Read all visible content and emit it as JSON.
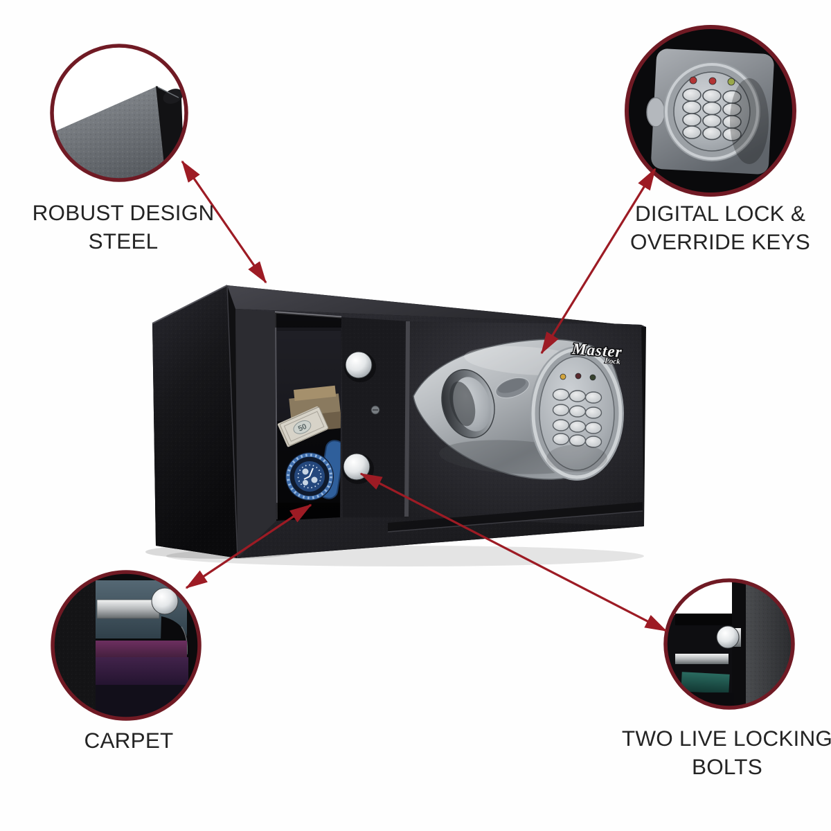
{
  "background": "#fefefe",
  "palette": {
    "arrow": "#9d1b24",
    "ring": "#701a24",
    "label_text": "#242424",
    "safe_front": "#232327",
    "safe_side": "#151518",
    "keypad_silver": "#c3c7cb",
    "carpet_purple": "#5e2553",
    "carpet_teal": "#1c4f49",
    "watch_blue": "#2f5f9b"
  },
  "callouts": {
    "robust": {
      "lines": [
        "ROBUST DESIGN",
        "STEEL"
      ]
    },
    "digital": {
      "lines": [
        "DIGITAL LOCK &",
        "OVERRIDE KEYS"
      ]
    },
    "carpet": {
      "lines": [
        "CARPET"
      ]
    },
    "bolts": {
      "lines": [
        "TWO LIVE LOCKING",
        "BOLTS"
      ]
    }
  },
  "product": {
    "brand_top": "Master",
    "brand_bottom": "Lock",
    "banknote_label": "50",
    "keypad": {
      "rows": 4,
      "cols": 3
    },
    "led_colors_main": [
      "#d2a43c",
      "#5a2a2e",
      "#37422e"
    ],
    "led_colors_detail": [
      "#b23434",
      "#b23434",
      "#9aa84a"
    ]
  }
}
